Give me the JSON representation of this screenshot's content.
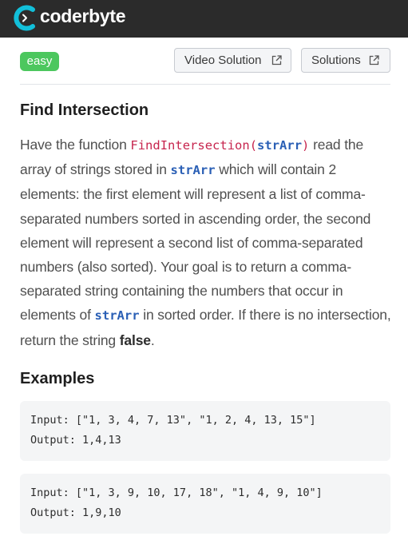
{
  "header": {
    "logo_text": "coderbyte",
    "logo_icon": "coderbyte-logo-icon",
    "background_color": "#2b2b2b"
  },
  "difficulty": {
    "label": "easy",
    "color": "#4cc75e"
  },
  "buttons": {
    "video_solution": "Video Solution",
    "solutions": "Solutions",
    "icon": "external-link-icon"
  },
  "challenge": {
    "title": "Find Intersection",
    "description": {
      "p1": "Have the function ",
      "function_name": "FindIntersection",
      "paren_open": "(",
      "arg1": "strArr",
      "paren_close": ")",
      "p2": " read the array of strings stored in ",
      "arg2": "strArr",
      "p3": " which will contain 2 elements: the first element will represent a list of comma-separated numbers sorted in ascending order, the second element will represent a second list of comma-separated numbers (also sorted). Your goal is to return a comma-separated string containing the numbers that occur in elements of ",
      "arg3": "strArr",
      "p4": " in sorted order. If there is no intersection, return the string ",
      "false_word": "false",
      "p5": "."
    }
  },
  "examples": {
    "heading": "Examples",
    "items": [
      {
        "input": "Input: [\"1, 3, 4, 7, 13\", \"1, 2, 4, 13, 15\"]",
        "output": "Output: 1,4,13"
      },
      {
        "input": "Input: [\"1, 3, 9, 10, 17, 18\", \"1, 4, 9, 10\"]",
        "output": "Output: 1,9,10"
      }
    ]
  }
}
